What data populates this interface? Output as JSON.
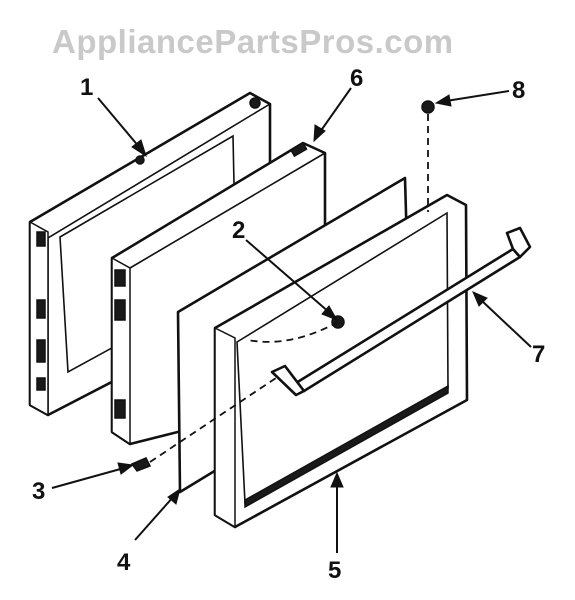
{
  "watermark": "AppliancePartsPros.com",
  "callouts": {
    "c1": "1",
    "c2": "2",
    "c3": "3",
    "c4": "4",
    "c5": "5",
    "c6": "6",
    "c7": "7",
    "c8": "8"
  },
  "colors": {
    "line": "#111111",
    "watermark": "#c9c9c9",
    "background": "#ffffff"
  }
}
